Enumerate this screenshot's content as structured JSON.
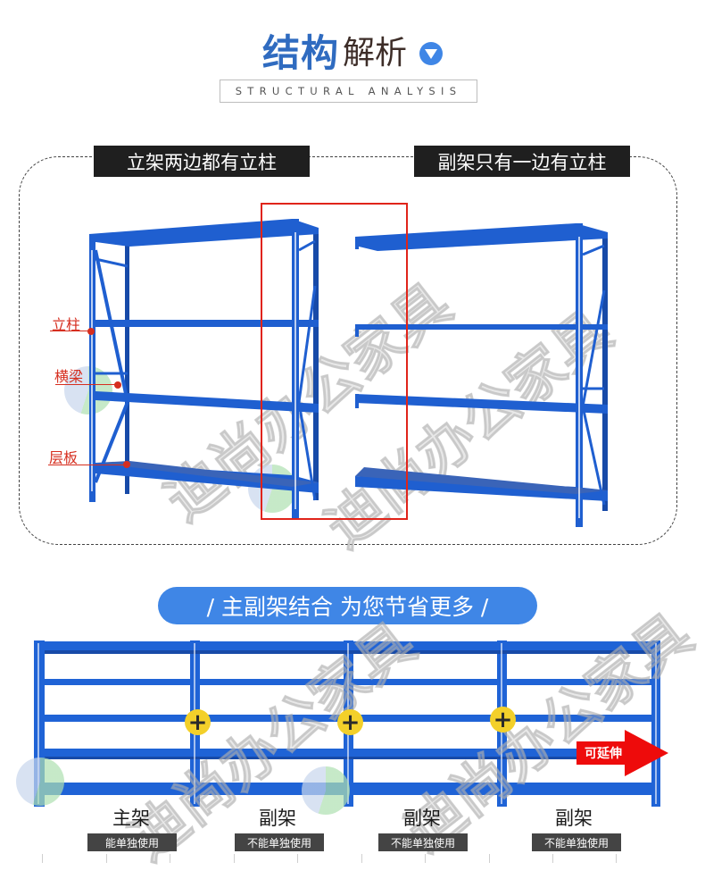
{
  "header": {
    "title_strong": "结构",
    "title_light": "解析",
    "title_icon": "triangle-down-circle-icon",
    "subtitle": "STRUCTURAL ANALYSIS"
  },
  "panel": {
    "left_tag": "立架两边都有立柱",
    "right_tag": "副架只有一边有立柱",
    "callouts": [
      {
        "label": "立柱"
      },
      {
        "label": "横梁"
      },
      {
        "label": "层板"
      }
    ],
    "watermark": "迪尚办公家具"
  },
  "combo_banner": {
    "text": "/ 主副架结合  为您节省更多 /"
  },
  "rack": {
    "units": [
      {
        "title": "主架",
        "note": "能单独使用"
      },
      {
        "title": "副架",
        "note": "不能单独使用"
      },
      {
        "title": "副架",
        "note": "不能单独使用"
      },
      {
        "title": "副架",
        "note": "不能单独使用"
      }
    ],
    "plus_symbol": "+",
    "extend_label": "可延伸",
    "watermark": "迪尚办公家具"
  },
  "colors": {
    "brand_blue": "#2f6bc0",
    "pill_blue": "#3f86e6",
    "shelf_blue": "#1f5fd0",
    "callout_red": "#d62e1f",
    "arrow_red": "#ee0b0b",
    "plus_yellow": "#f3d02a",
    "tag_dark": "#1f1f1f",
    "note_gray": "#444444"
  }
}
